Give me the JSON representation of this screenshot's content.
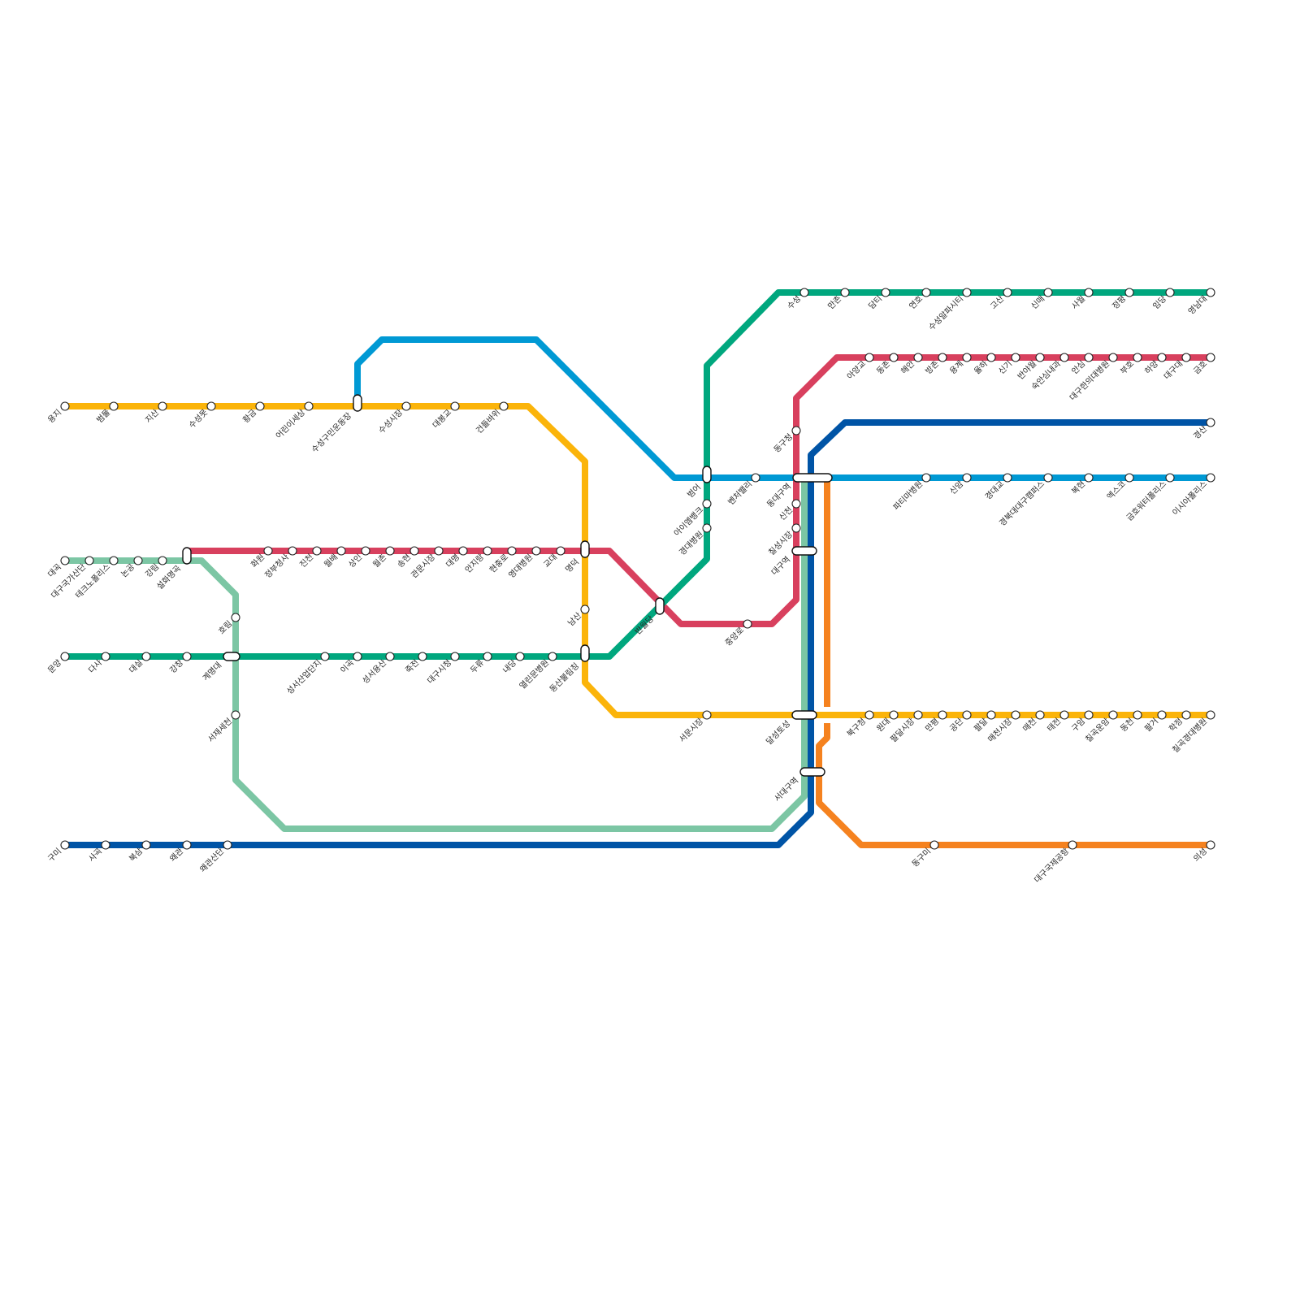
{
  "map": {
    "line_colors": {
      "line1": "#f5821f",
      "line2": "#00a77e",
      "line3": "#fbb40a",
      "line_daegyeong": "#0054a6",
      "line_dk_east": "#d8405e",
      "line_yellow_purple": "#0099d4",
      "line_mint": "#7cc6a4"
    },
    "stations": {
      "yongji": "용지",
      "beomul": "범물",
      "jisan": "지산",
      "suseongmot": "수성못",
      "hwanggeum": "황금",
      "eorini": "어린이세상",
      "suseonggu": "수성구민운동장",
      "suseongsijang": "수성시장",
      "daebonggyo": "대봉교",
      "geondeul": "건들바위",
      "nam_san": "남산",
      "daegok": "대곡",
      "daeguguk": "대구국가산단",
      "techno": "테크노폴리스",
      "nongong": "논공",
      "gangnim": "강림",
      "seolhwa": "설화명곡",
      "hwawon": "화원",
      "jeongbu": "정부청사",
      "jincheon": "진천",
      "wolbae": "월배",
      "sangin": "상인",
      "wolchon": "월촌",
      "songhyeon": "송현",
      "seobu": "관문시장",
      "daemyeong": "대명",
      "anjirang": "안지랑",
      "hyeonchung": "현충로",
      "yeongdae": "영대병원",
      "kyodae": "교대",
      "myeongdeok": "명덕",
      "banwoldang": "반월당",
      "jungangno": "중앙로",
      "daeguyeok": "대구역",
      "chilseong": "칠성시장",
      "sincheon": "신천",
      "dongdaegu": "동대구역",
      "donggu": "동구청",
      "hoerim": "호림",
      "gyemyeong": "계명대",
      "seojae": "서재세천",
      "munyang": "문양",
      "dasa": "다사",
      "daesil": "대실",
      "gangchang": "강창",
      "seongseo": "성서산업단지",
      "igok": "이곡",
      "yongsan": "성서용산",
      "jukjeon": "죽전",
      "daegusicheong": "대구시청",
      "duryu": "두류",
      "naedang": "내당",
      "yeollin": "열린문병원",
      "dongsan": "동산불림칭",
      "bangogae": "범어",
      "ayimalbank": "아이엠뱅크",
      "gyeongdae": "경대병원",
      "bencheybaelli": "벤처밸리",
      "seomun": "서문시장",
      "dalseong": "달성토성",
      "seodaegu": "서대구역",
      "gumi": "구미",
      "sagok": "사곡",
      "boksam": "북삼",
      "waegwan": "왜관",
      "waegwansandan": "왜관산단",
      "dongumi": "동구미",
      "gukjegonghang": "대구국제공항",
      "uiseong": "의성",
      "buggu": "북구청",
      "wondae": "원대",
      "paldal": "팔달시장",
      "manpyeong": "만평",
      "gongdan": "공단",
      "paldal2": "팔달",
      "maecheonsijang": "매천시장",
      "maecheon": "매천",
      "taejeon": "태전",
      "guam": "구암",
      "chilgok": "칠곡운암",
      "dongcheon": "동천",
      "palgeo": "팔거",
      "hakjeong": "학정",
      "chilgokgyeongdae": "칠곡경대병원",
      "suseong": "수성",
      "mancheon": "만촌",
      "damti": "담티",
      "yeonho": "연호",
      "suseongalpa": "수성알파시티",
      "gosan": "고산",
      "sinmae": "신매",
      "sawol": "사월",
      "jeongpyeong": "정평",
      "imdang": "임당",
      "yeungnam": "영남대",
      "ayanggyo": "아양교",
      "dongchon": "동촌",
      "haean": "해안",
      "bangchon": "방촌",
      "yonggye": "용계",
      "yulha": "율하",
      "singi": "신기",
      "banyawol": "반야월",
      "sungsan": "숙안심내과",
      "ansim": "안심",
      "daegu_hanui": "대구한의대병원",
      "buho": "부호",
      "hayang": "하양",
      "daegudae": "대구대",
      "geumho": "금호",
      "gyeongsan": "경산",
      "pati": "파티마병원",
      "sinam": "신암",
      "gyeongdaegyo": "경대교",
      "knu": "경북대대구캠퍼스",
      "bokhyeon": "복현",
      "expo": "엑스코",
      "geumho_water": "금호워터폴리스",
      "isia": "이시아폴리스"
    }
  }
}
